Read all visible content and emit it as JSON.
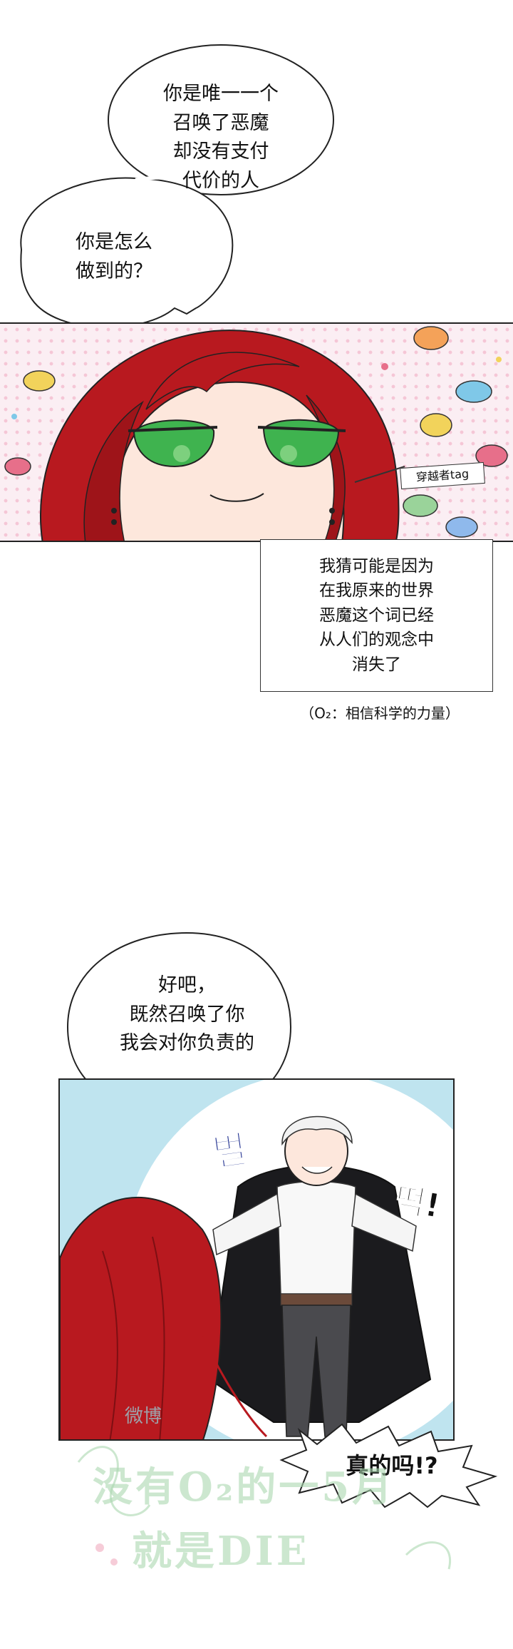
{
  "bubble1": {
    "lines": [
      "你是唯一一个",
      "召唤了恶魔",
      "却没有支付",
      "代价的人"
    ]
  },
  "bubble2": {
    "lines": [
      "你是怎么",
      "做到的？"
    ]
  },
  "tag_label": "穿越者tag",
  "caption": {
    "lines": [
      "我猜可能是因为",
      "在我原来的世界",
      "恶魔这个词已经",
      "从人们的观念中",
      "消失了"
    ]
  },
  "note": "（O₂：相信科学的力量）",
  "bubble3": {
    "lines": [
      "好吧，",
      "既然召唤了你",
      "我会对你负责的"
    ]
  },
  "sfx": {
    "left": "벌",
    "right": "떡!"
  },
  "exclaim": "真的吗!?",
  "watermark": {
    "small": "微博",
    "line1": "没有O₂的一5月",
    "line2": "就是DIE"
  },
  "colors": {
    "hair": "#b8191f",
    "eye": "#3fb34f",
    "skin": "#fde7dc",
    "panel_bg": "#fbeef3",
    "sky": "#bfe4ef",
    "coat": "#1b1b1e"
  }
}
